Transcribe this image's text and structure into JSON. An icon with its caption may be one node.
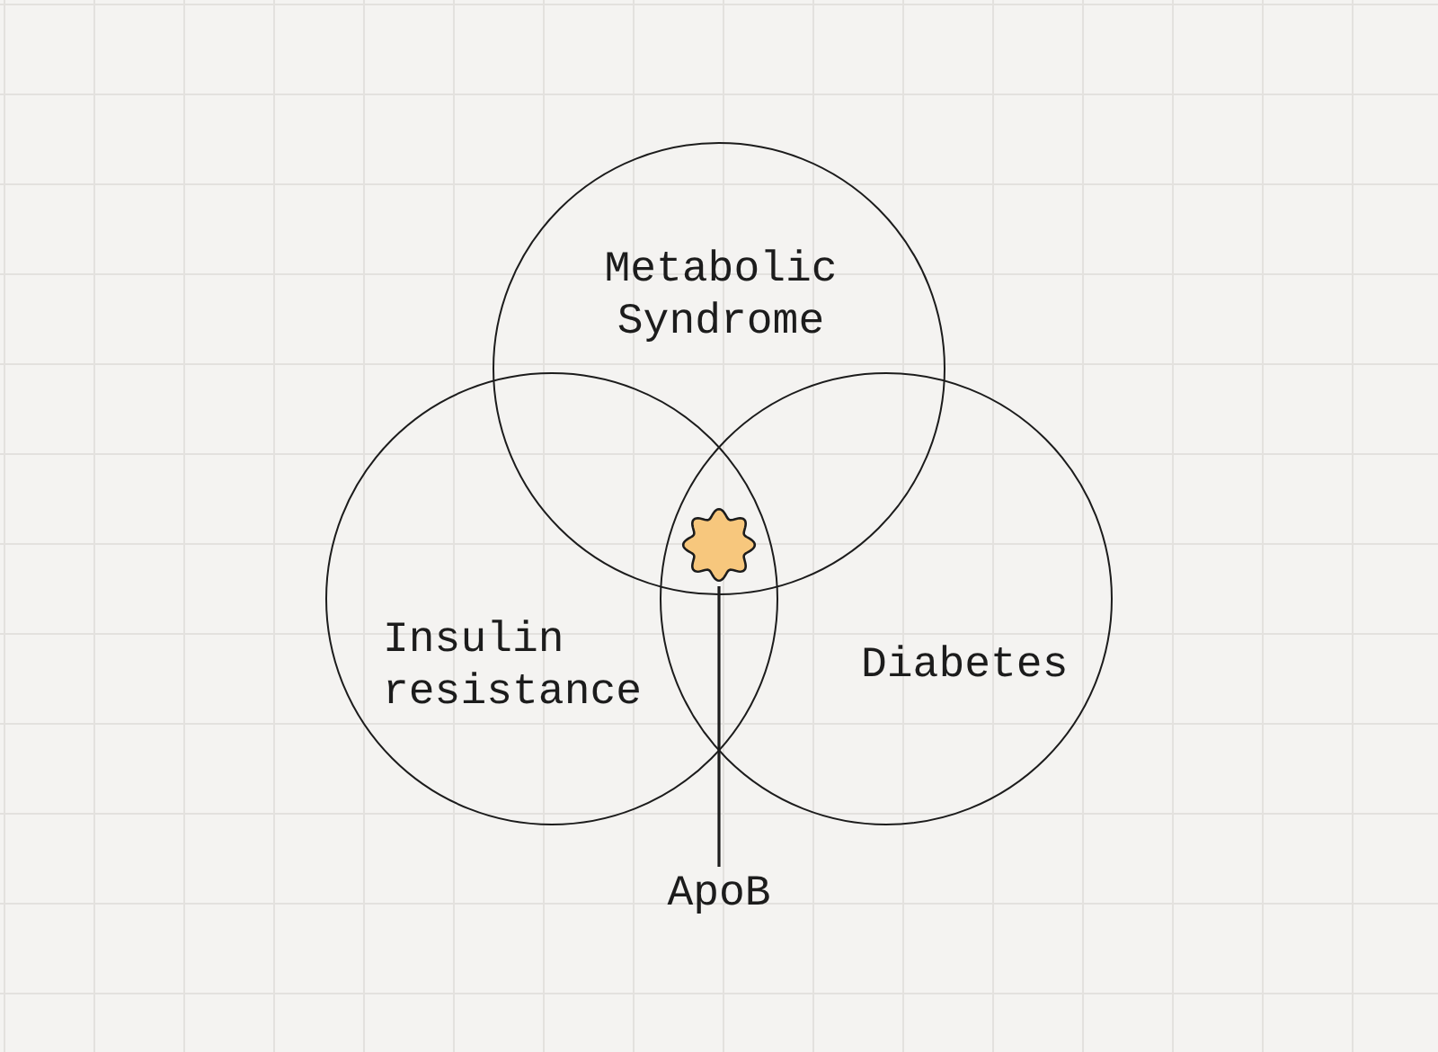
{
  "diagram": {
    "nodes": [
      {
        "text": [
          "Metabolic Syndrome"
        ]
      },
      {
        "text": [
          "Insulin resistance"
        ]
      },
      {
        "text": [
          "Diabetes"
        ]
      },
      {
        "text": [],
        "shape": "star"
      },
      {
        "text": [
          "ApoB"
        ]
      }
    ],
    "edges": [
      {
        "from": 4,
        "to": 3,
        "arrow": "none"
      }
    ]
  }
}
